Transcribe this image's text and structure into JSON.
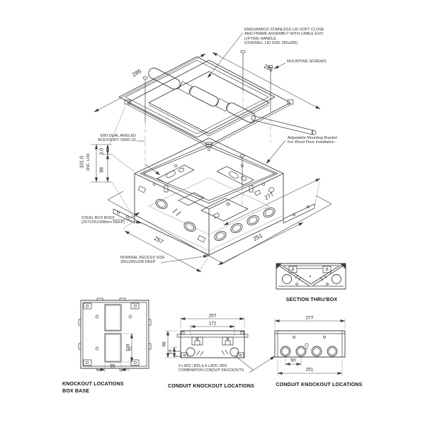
{
  "sheet": {
    "background": "#ffffff",
    "line_color": "#3d3d3d"
  },
  "main_view": {
    "annotations": {
      "lid_note": "ENDURABOX STAINLESS LID SOFT CLOSE\nAND FRAME ASSEMBLY WITH CABLE EXIT,\nLIFTING HANDLE.\n(OVERALL LID SIZE 285x285)",
      "mounting_screws": "MOUNTING SCREWS",
      "accessory_grid": "EB9 DUAL ANGLED\nACESSORY GRID (2)",
      "mounting_bracket": "Adjustable Mounting Bracket\nFor Wood Floor Installation",
      "steel_box_body": "STEEL BOX BODY\n(257X251X98mm DEEP)",
      "nominal_recess": "NOMINAL RECESS SIZE\n265x265x108 DEEP"
    },
    "dimensions": {
      "lid_width_left": "285",
      "lid_width_right": "285",
      "overall_height": "101.0",
      "overall_height_note": "(INC. LID)",
      "lid_thickness": "3.0",
      "box_depth": "98",
      "box_length_front": "257",
      "overall_width_right": "277",
      "box_width_right": "251"
    }
  },
  "detail_views": {
    "box_base": {
      "title": "KNOCKOUT LOCATIONS\nBOX BASE",
      "knockout_height": "100",
      "knockout_width": "55"
    },
    "conduit_side": {
      "title": "CONDUIT KNOCKOUT LOCATIONS",
      "overall_width": "257",
      "bracket_span": "172",
      "depth": "98",
      "base_offset": "19",
      "knockout_note": "4 x Ø22 / Ø25 & 8 x Ø25 / Ø32\nCOMBINATION CONDUIT KNOCKOUTS"
    },
    "section": {
      "title": "SECTION THRU'BOX"
    },
    "conduit_end": {
      "title": "CONDUIT KNOCKOUT LOCATIONS",
      "overall_width": "277",
      "knockout_spacing": "60",
      "box_width": "251"
    }
  }
}
